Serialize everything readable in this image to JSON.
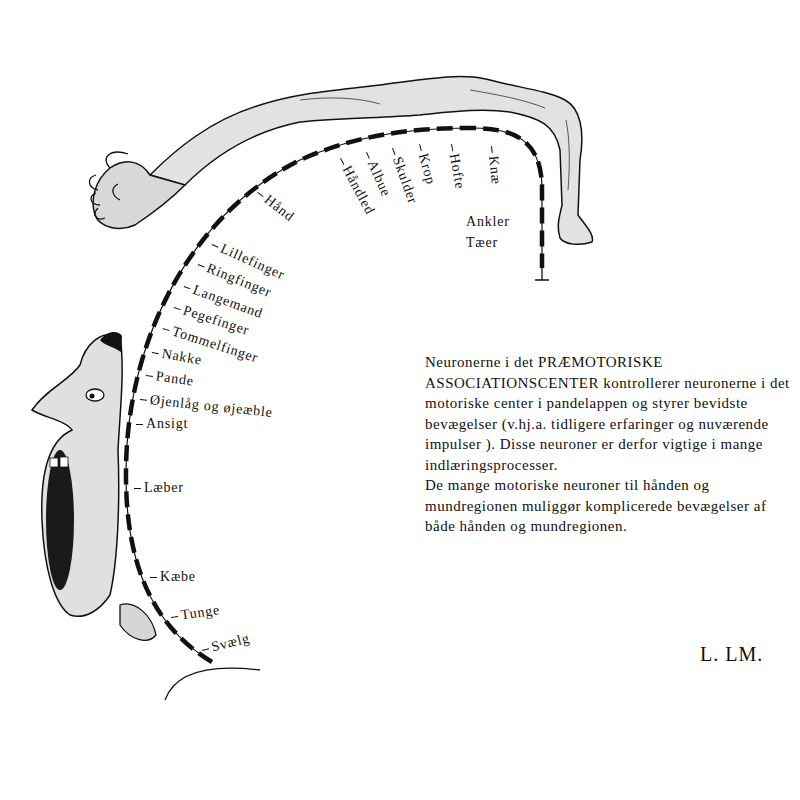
{
  "diagram": {
    "labels": [
      "Knæ",
      "Hofte",
      "Krop",
      "Skulder",
      "Albue",
      "Håndled",
      "Hånd",
      "Lillefinger",
      "Ringfinger",
      "Langemand",
      "Pegefinger",
      "Tommelfinger",
      "Nakke",
      "Pande",
      "Øjenlåg og øjeæble",
      "Ansigt",
      "Læber",
      "Kæbe",
      "Tunge",
      "Svælg",
      "Ankler",
      "Tæer",
      "Neuronerne i det PRÆMOTORISKE ASSOCIATIONSCENTER kontrollerer neuronerne i det motoriske center i pandelappen og styrer bevidste bevægelser (v.hj.a. tidligere erfaringer og nuværende impulser ). Disse neuroner er derfor vigtige i mange indlæringsprocesser.",
      "De mange motoriske neuroner til hånden og mundregionen muliggør komplicerede bevægelser af både hånden og mundregionen.",
      "L. LM."
    ]
  }
}
